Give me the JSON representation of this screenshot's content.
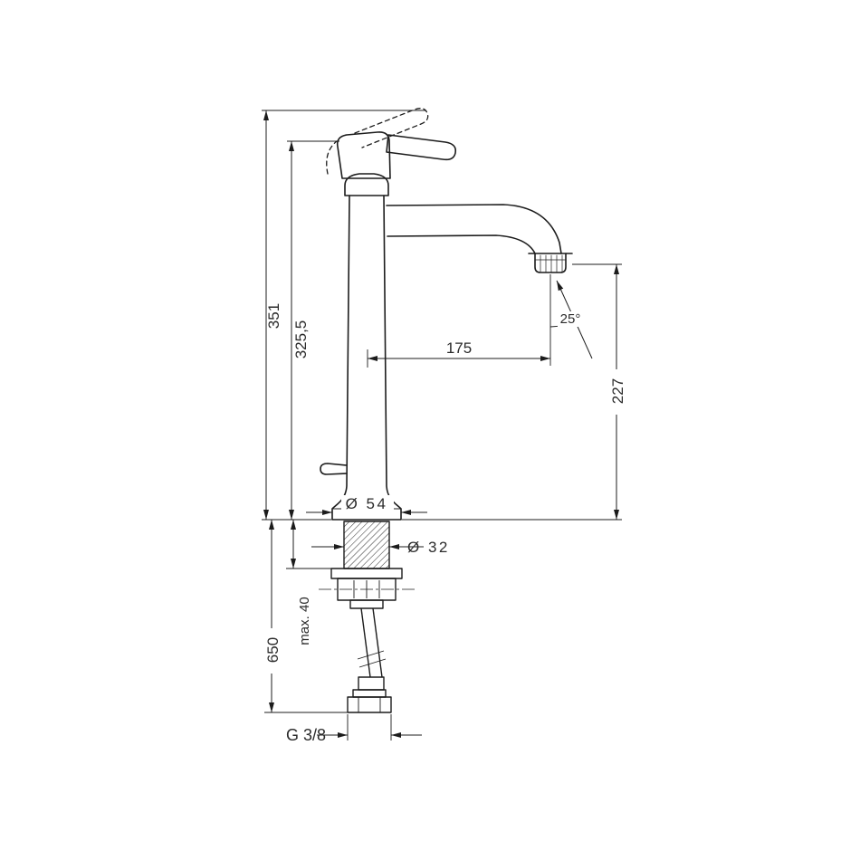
{
  "page": {
    "background": "#ffffff",
    "line_color": "#1c1c1c"
  },
  "drawing": {
    "subject": "single-hole tall basin mixer faucet dimensional drawing",
    "labels": {
      "overall_height": "351",
      "handle_height": "325,5",
      "spout_reach": "175",
      "spray_angle": "25°",
      "spout_height": "227",
      "base_diameter": "Ø 54",
      "shank_diameter": "Ø 32",
      "connection_length": "650",
      "max_counter_thickness": "max. 40",
      "thread_size": "G 3/8"
    }
  }
}
